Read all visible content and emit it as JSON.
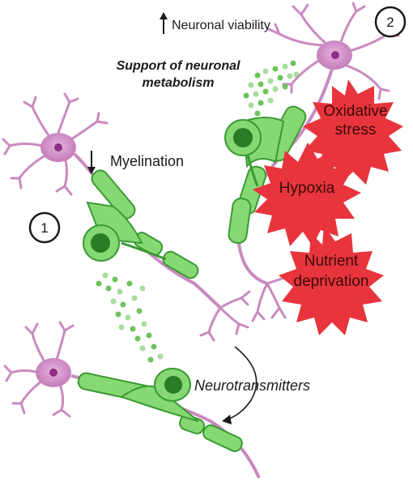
{
  "labels": {
    "neuronal_viability": "Neuronal viability",
    "support_line1": "Support of neuronal",
    "support_line2": "metabolism",
    "myelination": "Myelination",
    "neurotransmitters": "Neurotransmitters",
    "panel_1": "1",
    "panel_2": "2"
  },
  "stressors": {
    "oxidative_line1": "Oxidative",
    "oxidative_line2": "stress",
    "hypoxia": "Hypoxia",
    "nutrient_line1": "Nutrient",
    "nutrient_line2": "deprivation"
  },
  "arrows": {
    "viability_arrow": "up-arrow",
    "myelination_arrow": "down-arrow"
  },
  "colors": {
    "neuron": "#c98ac0",
    "neuron_body": "#d79bce",
    "neuron_nucleus": "#8e2f86",
    "glia": "#7fd46a",
    "glia_dark": "#2f8f2a",
    "glia_nucleus": "#2b7a24",
    "burst": "#e8353d",
    "dots": "#6cc45a"
  }
}
